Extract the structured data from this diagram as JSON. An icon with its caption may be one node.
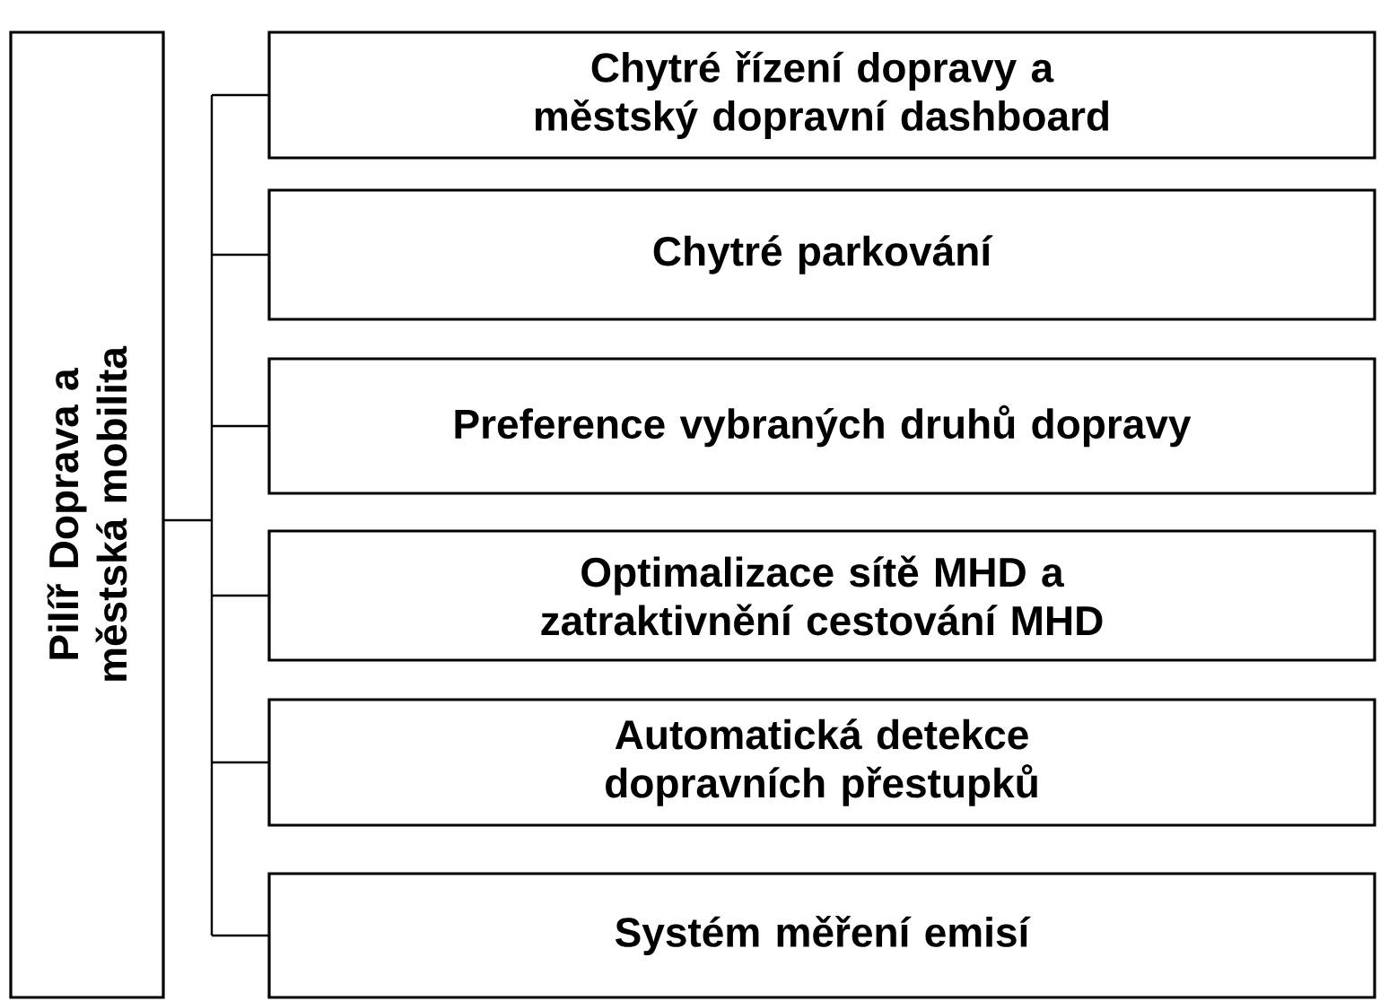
{
  "diagram": {
    "nodes": [
      {
        "text": [
          "Pilíř Doprava a městská mobilita"
        ]
      },
      {
        "text": [
          "Chytré řízení dopravy a městský dopravní dashboard"
        ]
      },
      {
        "text": [
          "Chytré parkování"
        ]
      },
      {
        "text": [
          "Preference vybraných druhů dopravy"
        ]
      },
      {
        "text": [
          "Optimalizace sítě MHD a zatraktivnění cestování MHD"
        ]
      },
      {
        "text": [
          "Automatická detekce dopravních přestupků"
        ]
      },
      {
        "text": [
          "Systém měření emisí"
        ]
      }
    ],
    "edges": [
      {
        "from": 0,
        "to": 1,
        "arrow": "none"
      },
      {
        "from": 0,
        "to": 2,
        "arrow": "none"
      },
      {
        "from": 0,
        "to": 3,
        "arrow": "none"
      },
      {
        "from": 0,
        "to": 4,
        "arrow": "none"
      },
      {
        "from": 0,
        "to": 5,
        "arrow": "none"
      },
      {
        "from": 0,
        "to": 6,
        "arrow": "none"
      }
    ]
  }
}
